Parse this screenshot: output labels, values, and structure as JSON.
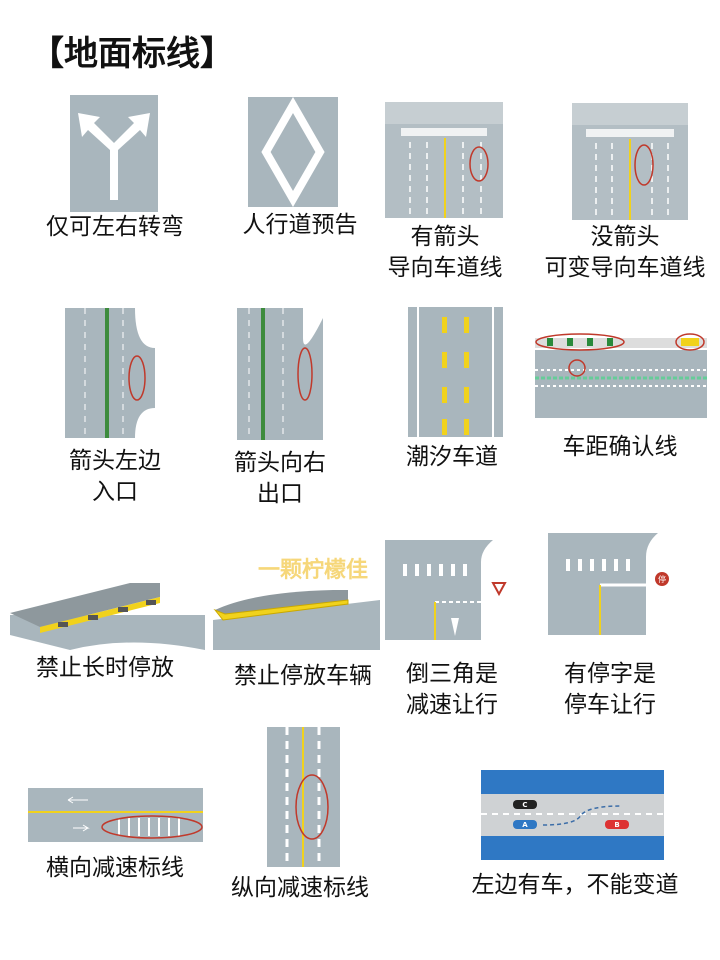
{
  "title": "【地面标线】",
  "watermark": "一颗柠檬佳",
  "items": [
    {
      "lines": [
        "仅可左右转弯"
      ]
    },
    {
      "lines": [
        "人行道预告"
      ]
    },
    {
      "lines": [
        "有箭头",
        "导向车道线"
      ]
    },
    {
      "lines": [
        "没箭头",
        "可变导向车道线"
      ]
    },
    {
      "lines": [
        "箭头左边",
        "入口"
      ]
    },
    {
      "lines": [
        "箭头向右",
        "出口"
      ]
    },
    {
      "lines": [
        "潮汐车道"
      ]
    },
    {
      "lines": [
        "车距确认线"
      ]
    },
    {
      "lines": [
        "禁止长时停放"
      ]
    },
    {
      "lines": [
        "禁止停放车辆"
      ]
    },
    {
      "lines": [
        "倒三角是",
        "减速让行"
      ]
    },
    {
      "lines": [
        "有停字是",
        "停车让行"
      ]
    },
    {
      "lines": [
        "横向减速标线"
      ]
    },
    {
      "lines": [
        "纵向减速标线"
      ]
    },
    {
      "lines": [
        "左边有车，不能变道"
      ]
    }
  ],
  "car_labels": [
    "C",
    "A",
    "B"
  ],
  "sign_text": "停",
  "colors": {
    "road": "#a9b6bd",
    "blue": "#2f78c4",
    "yellow": "#f1d21c",
    "red": "#c0392b"
  }
}
